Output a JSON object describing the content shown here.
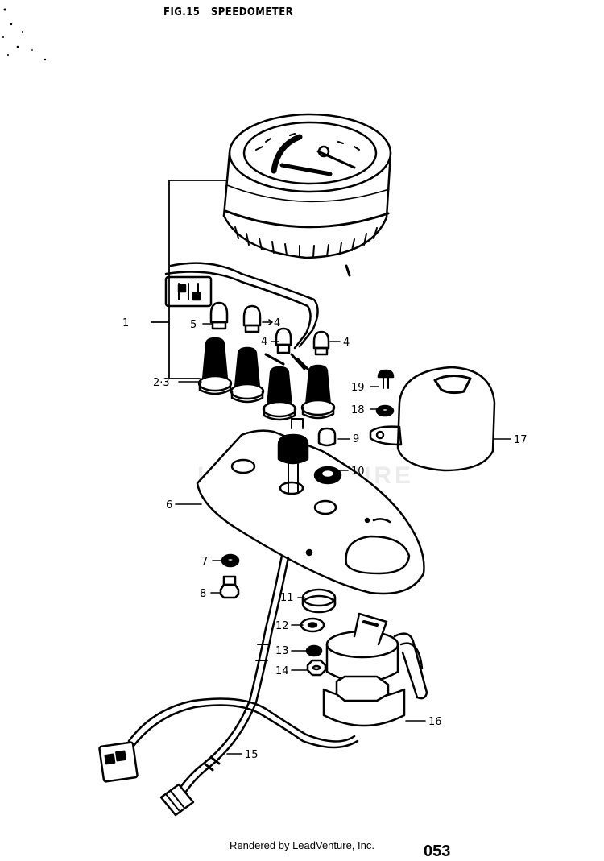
{
  "figure": {
    "number": "FIG.15",
    "title": "SPEEDOMETER"
  },
  "callouts": [
    {
      "id": "c1",
      "label": "1"
    },
    {
      "id": "c23",
      "label": "2·3"
    },
    {
      "id": "c4a",
      "label": "4"
    },
    {
      "id": "c4b",
      "label": "4"
    },
    {
      "id": "c4c",
      "label": "4"
    },
    {
      "id": "c5",
      "label": "5"
    },
    {
      "id": "c6",
      "label": "6"
    },
    {
      "id": "c7",
      "label": "7"
    },
    {
      "id": "c8",
      "label": "8"
    },
    {
      "id": "c9",
      "label": "9"
    },
    {
      "id": "c10",
      "label": "10"
    },
    {
      "id": "c11",
      "label": "11"
    },
    {
      "id": "c12",
      "label": "12"
    },
    {
      "id": "c13",
      "label": "13"
    },
    {
      "id": "c14",
      "label": "14"
    },
    {
      "id": "c15",
      "label": "15"
    },
    {
      "id": "c16",
      "label": "16"
    },
    {
      "id": "c17",
      "label": "17"
    },
    {
      "id": "c18",
      "label": "18"
    },
    {
      "id": "c19",
      "label": "19"
    }
  ],
  "watermark": "LEADVENTURE",
  "footer": {
    "rendered_by": "Rendered by LeadVenture, Inc.",
    "page_fragment": "053"
  }
}
